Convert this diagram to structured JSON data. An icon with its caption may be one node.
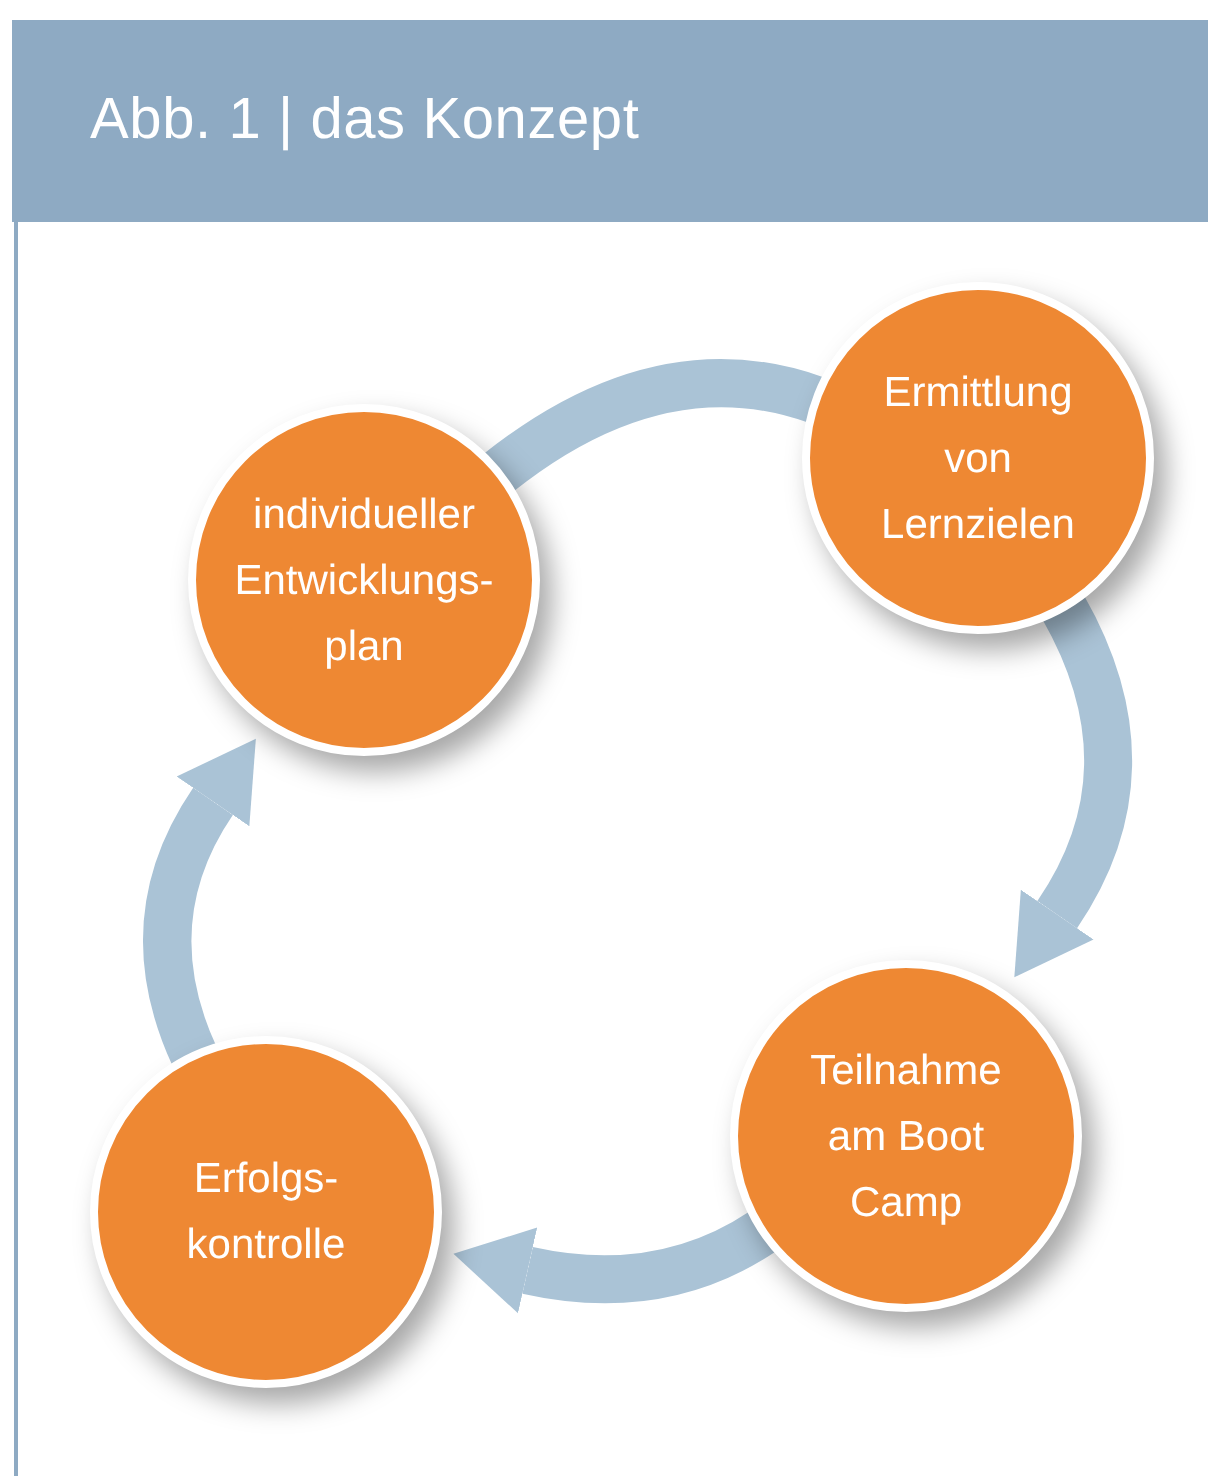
{
  "diagram": {
    "title": "Abb. 1 | das Konzept",
    "nodes": [
      {
        "text": [
          "individueller Entwicklungs- plan"
        ]
      },
      {
        "text": [
          "Ermittlung von Lernzielen"
        ]
      },
      {
        "text": [
          "Teilnahme am Boot Camp"
        ]
      },
      {
        "text": [
          "Erfolgs- kontrolle"
        ]
      }
    ],
    "edges": [
      {
        "from": 0,
        "to": 1,
        "arrow": "none"
      },
      {
        "from": 1,
        "to": 2,
        "arrow": "to"
      },
      {
        "from": 2,
        "to": 3,
        "arrow": "to"
      },
      {
        "from": 3,
        "to": 0,
        "arrow": "to"
      }
    ]
  }
}
